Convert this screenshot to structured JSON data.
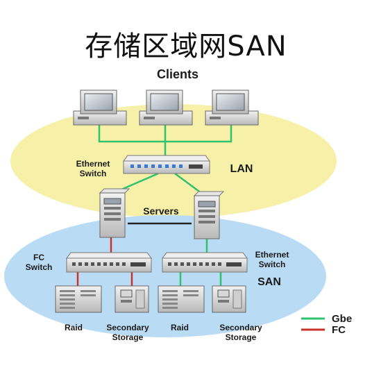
{
  "title": "存储区域网SAN",
  "labels": {
    "clients": "Clients",
    "ethernet_switch_top": [
      "Ethernet",
      "Switch"
    ],
    "lan": "LAN",
    "servers": "Servers",
    "fc_switch": [
      "FC",
      "Switch"
    ],
    "ethernet_switch_right": [
      "Ethernet",
      "Switch"
    ],
    "san": "SAN",
    "raid_left": "Raid",
    "secondary_left": [
      "Secondary",
      "Storage"
    ],
    "raid_right": "Raid",
    "secondary_right": [
      "Secondary",
      "Storage"
    ]
  },
  "legend": [
    {
      "label": "Gbe",
      "color": "#2fc26f"
    },
    {
      "label": "FC",
      "color": "#c9302c"
    }
  ],
  "colors": {
    "lan_zone": "#f6f0a8",
    "san_zone": "#b9dcf4",
    "gbe_link": "#2fc26f",
    "fc_link": "#c9302c"
  }
}
